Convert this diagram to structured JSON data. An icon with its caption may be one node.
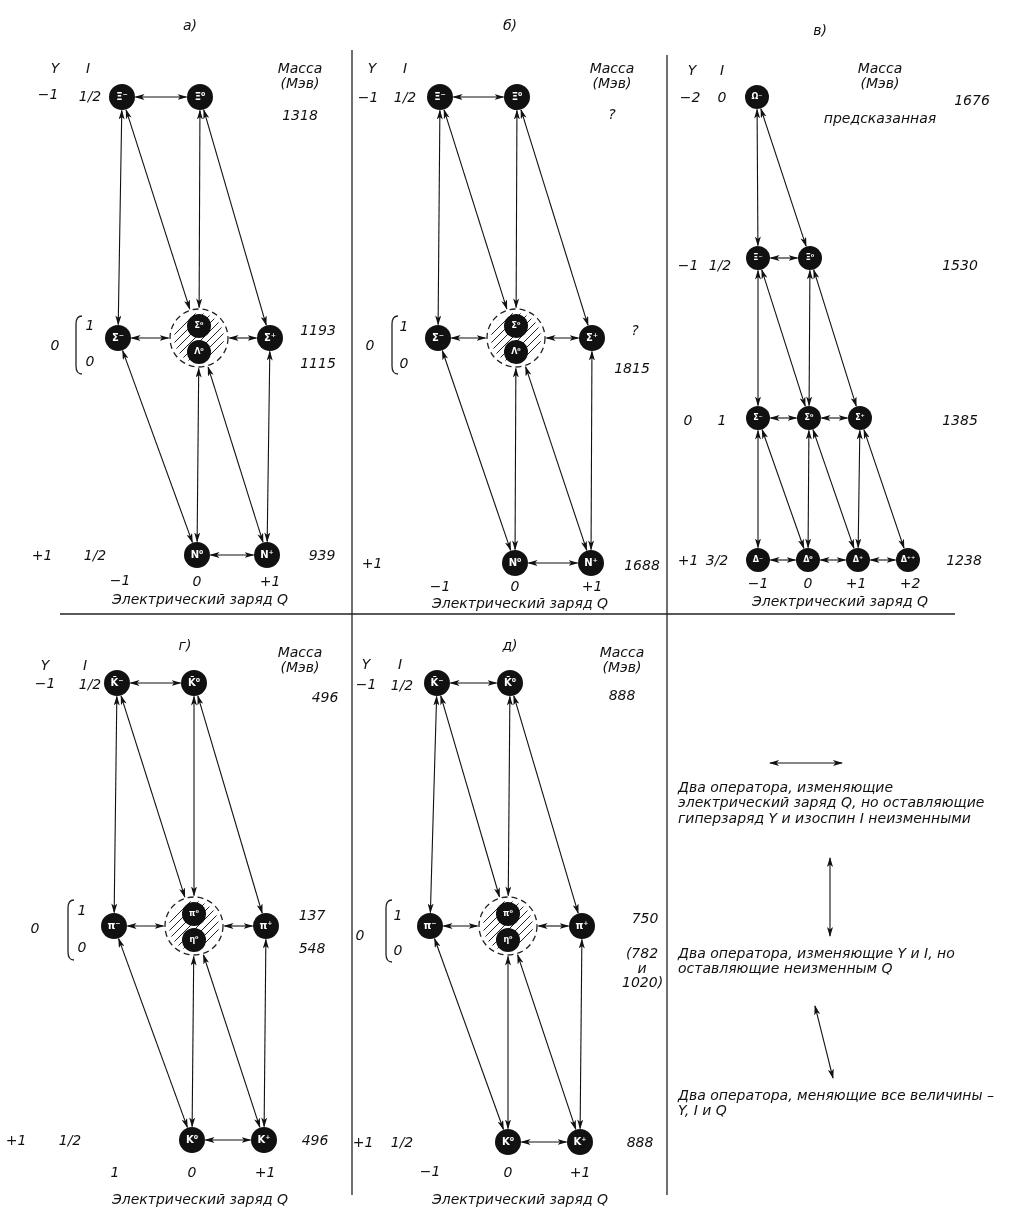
{
  "diagram": {
    "nodes": [
      {
        "text": [
          "Ξ⁻"
        ]
      },
      {
        "text": [
          "Ξ⁰"
        ]
      },
      {
        "text": [
          "Σ⁻"
        ]
      },
      {
        "text": [],
        "shape": "circle"
      },
      {
        "text": [
          "Σ⁰"
        ],
        "in": 3
      },
      {
        "text": [
          "Λ⁰"
        ],
        "in": 3
      },
      {
        "text": [
          "Σ⁺"
        ]
      },
      {
        "text": [
          "N⁰"
        ]
      },
      {
        "text": [
          "N⁺"
        ]
      },
      {
        "text": [
          "Ξ⁻"
        ]
      },
      {
        "text": [
          "Ξ⁰"
        ]
      },
      {
        "text": [
          "Σ⁻"
        ]
      },
      {
        "text": [],
        "shape": "circle"
      },
      {
        "text": [
          "Σ⁰"
        ],
        "in": 12
      },
      {
        "text": [
          "Λ⁰"
        ],
        "in": 12
      },
      {
        "text": [
          "Σ⁺"
        ]
      },
      {
        "text": [
          "N⁰"
        ]
      },
      {
        "text": [
          "N⁺"
        ]
      },
      {
        "text": [
          "Ω⁻"
        ]
      },
      {
        "text": [
          "Ξ⁻"
        ]
      },
      {
        "text": [
          "Ξ⁰"
        ]
      },
      {
        "text": [
          "Σ⁻"
        ]
      },
      {
        "text": [
          "Σ⁰"
        ]
      },
      {
        "text": [
          "Σ⁺"
        ]
      },
      {
        "text": [
          "Δ⁻"
        ]
      },
      {
        "text": [
          "Δ⁰"
        ]
      },
      {
        "text": [
          "Δ⁺"
        ]
      },
      {
        "text": [
          "Δ⁺⁺"
        ]
      },
      {
        "text": [
          "K̄⁻"
        ]
      },
      {
        "text": [
          "K̄⁰"
        ]
      },
      {
        "text": [
          "π⁻"
        ]
      },
      {
        "text": [],
        "shape": "circle"
      },
      {
        "text": [
          "π⁰"
        ],
        "in": 31
      },
      {
        "text": [
          "η⁰"
        ],
        "in": 31
      },
      {
        "text": [
          "π⁺"
        ]
      },
      {
        "text": [
          "K⁰"
        ]
      },
      {
        "text": [
          "K⁺"
        ]
      },
      {
        "text": [
          "K̄⁻"
        ]
      },
      {
        "text": [
          "K̄⁰"
        ]
      },
      {
        "text": [
          "π⁻"
        ]
      },
      {
        "text": [],
        "shape": "circle"
      },
      {
        "text": [
          "π⁰"
        ],
        "in": 40
      },
      {
        "text": [
          "η⁰"
        ],
        "in": 40
      },
      {
        "text": [
          "π⁺"
        ]
      },
      {
        "text": [
          "K⁰"
        ]
      },
      {
        "text": [
          "K⁺"
        ]
      }
    ],
    "edges": [
      {
        "from": 0,
        "to": 1,
        "arrow": "both"
      },
      {
        "from": 0,
        "to": 2,
        "arrow": "both"
      },
      {
        "from": 0,
        "to": 3,
        "arrow": "both"
      },
      {
        "from": 1,
        "to": 3,
        "arrow": "both"
      },
      {
        "from": 1,
        "to": 6,
        "arrow": "both"
      },
      {
        "from": 3,
        "to": 2,
        "arrow": "both"
      },
      {
        "from": 3,
        "to": 6,
        "arrow": "both"
      },
      {
        "from": 2,
        "to": 7,
        "arrow": "both"
      },
      {
        "from": 3,
        "to": 7,
        "arrow": "both"
      },
      {
        "from": 3,
        "to": 8,
        "arrow": "both"
      },
      {
        "from": 6,
        "to": 8,
        "arrow": "both"
      },
      {
        "from": 7,
        "to": 8,
        "arrow": "both"
      },
      {
        "from": 9,
        "to": 10,
        "arrow": "both"
      },
      {
        "from": 9,
        "to": 11,
        "arrow": "both"
      },
      {
        "from": 9,
        "to": 12,
        "arrow": "both"
      },
      {
        "from": 10,
        "to": 12,
        "arrow": "both"
      },
      {
        "from": 10,
        "to": 15,
        "arrow": "both"
      },
      {
        "from": 12,
        "to": 11,
        "arrow": "both"
      },
      {
        "from": 12,
        "to": 15,
        "arrow": "both"
      },
      {
        "from": 11,
        "to": 16,
        "arrow": "both"
      },
      {
        "from": 12,
        "to": 16,
        "arrow": "both"
      },
      {
        "from": 12,
        "to": 17,
        "arrow": "both"
      },
      {
        "from": 15,
        "to": 17,
        "arrow": "both"
      },
      {
        "from": 16,
        "to": 17,
        "arrow": "both"
      },
      {
        "from": 18,
        "to": 19,
        "arrow": "both"
      },
      {
        "from": 18,
        "to": 20,
        "arrow": "both"
      },
      {
        "from": 19,
        "to": 20,
        "arrow": "both"
      },
      {
        "from": 19,
        "to": 21,
        "arrow": "both"
      },
      {
        "from": 19,
        "to": 22,
        "arrow": "both"
      },
      {
        "from": 20,
        "to": 22,
        "arrow": "both"
      },
      {
        "from": 20,
        "to": 23,
        "arrow": "both"
      },
      {
        "from": 21,
        "to": 22,
        "arrow": "both"
      },
      {
        "from": 22,
        "to": 23,
        "arrow": "both"
      },
      {
        "from": 21,
        "to": 24,
        "arrow": "both"
      },
      {
        "from": 21,
        "to": 25,
        "arrow": "both"
      },
      {
        "from": 22,
        "to": 25,
        "arrow": "both"
      },
      {
        "from": 22,
        "to": 26,
        "arrow": "both"
      },
      {
        "from": 23,
        "to": 26,
        "arrow": "both"
      },
      {
        "from": 23,
        "to": 27,
        "arrow": "both"
      },
      {
        "from": 24,
        "to": 25,
        "arrow": "both"
      },
      {
        "from": 25,
        "to": 26,
        "arrow": "both"
      },
      {
        "from": 26,
        "to": 27,
        "arrow": "both"
      },
      {
        "from": 28,
        "to": 29,
        "arrow": "both"
      },
      {
        "from": 28,
        "to": 30,
        "arrow": "both"
      },
      {
        "from": 28,
        "to": 31,
        "arrow": "both"
      },
      {
        "from": 29,
        "to": 31,
        "arrow": "both"
      },
      {
        "from": 29,
        "to": 34,
        "arrow": "both"
      },
      {
        "from": 31,
        "to": 30,
        "arrow": "both"
      },
      {
        "from": 31,
        "to": 34,
        "arrow": "both"
      },
      {
        "from": 30,
        "to": 35,
        "arrow": "both"
      },
      {
        "from": 31,
        "to": 35,
        "arrow": "both"
      },
      {
        "from": 31,
        "to": 36,
        "arrow": "both"
      },
      {
        "from": 34,
        "to": 36,
        "arrow": "both"
      },
      {
        "from": 35,
        "to": 36,
        "arrow": "both"
      },
      {
        "from": 37,
        "to": 38,
        "arrow": "both"
      },
      {
        "from": 37,
        "to": 39,
        "arrow": "both"
      },
      {
        "from": 37,
        "to": 40,
        "arrow": "both"
      },
      {
        "from": 38,
        "to": 40,
        "arrow": "both"
      },
      {
        "from": 38,
        "to": 43,
        "arrow": "both"
      },
      {
        "from": 40,
        "to": 39,
        "arrow": "both"
      },
      {
        "from": 40,
        "to": 43,
        "arrow": "both"
      },
      {
        "from": 39,
        "to": 44,
        "arrow": "both"
      },
      {
        "from": 40,
        "to": 44,
        "arrow": "both"
      },
      {
        "from": 40,
        "to": 45,
        "arrow": "both"
      },
      {
        "from": 43,
        "to": 45,
        "arrow": "both"
      },
      {
        "from": 44,
        "to": 45,
        "arrow": "both"
      }
    ],
    "labels": [
      "а)",
      "Y",
      "I",
      "Масса (Мэв)",
      "−1",
      "1/2",
      "1318",
      "0",
      "1",
      "1193",
      "0",
      "1115",
      "+1",
      "1/2",
      "939",
      "−1",
      "0",
      "+1",
      "Электрический заряд Q",
      "б)",
      "Y",
      "I",
      "Масса (Мэв)",
      "−1",
      "1/2",
      "?",
      "0",
      "1",
      "?",
      "0",
      "1815",
      "+1",
      "1688",
      "−1",
      "0",
      "+1",
      "Электрический заряд Q",
      "в)",
      "Y",
      "I",
      "Масса (Мэв)",
      "−2",
      "0",
      "1676",
      "предсказанная",
      "−1",
      "1/2",
      "1530",
      "0",
      "1",
      "1385",
      "+1",
      "3/2",
      "1238",
      "−1",
      "0",
      "+1",
      "+2",
      "Электрический заряд Q",
      "г)",
      "Масса (Мэв)",
      "Y",
      "I",
      "−1",
      "1/2",
      "496",
      "0",
      "1",
      "137",
      "0",
      "548",
      "+1",
      "1/2",
      "496",
      "1",
      "0",
      "+1",
      "Электрический заряд Q",
      "д)",
      "Масса (Мэв)",
      "Y",
      "I",
      "−1",
      "1/2",
      "888",
      "0",
      "1",
      "750",
      "0",
      "(782 и 1020)",
      "+1",
      "1/2",
      "888",
      "−1",
      "0",
      "+1",
      "Электрический заряд Q"
    ],
    "legend": [
      {
        "text": "Два оператора, изменяющие электрический заряд Q, но оставляющие гиперзаряд Y и изоспин I неизменными"
      },
      {
        "text": "Два оператора, изменяющие Y и I, но оставляющие неизменным Q"
      },
      {
        "text": "Два оператора, меняющие все величины – Y, I и Q"
      }
    ]
  }
}
